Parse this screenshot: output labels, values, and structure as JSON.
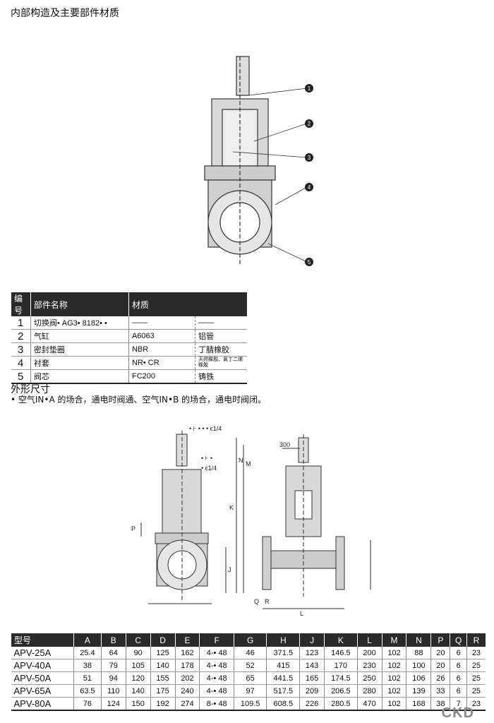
{
  "section1": {
    "title": "内部构造及主要部件材质",
    "callouts": [
      "1",
      "2",
      "3",
      "4",
      "5"
    ]
  },
  "parts_table": {
    "headers": [
      "编号",
      "部件名称",
      "材质"
    ],
    "rows": [
      [
        "1",
        "切换阀• AG3• 8182• •",
        "——",
        "——"
      ],
      [
        "2",
        "气缸",
        "A6063",
        "铝管"
      ],
      [
        "3",
        "密封垫圈",
        "NBR",
        "丁腈橡胶"
      ],
      [
        "4",
        "衬套",
        "NR• CR",
        "天然橡胶、氯丁二烯橡胶"
      ],
      [
        "5",
        "阀芯",
        "FC200",
        "铸铁"
      ]
    ]
  },
  "section2": {
    "title": "外形尺寸",
    "note": "• 空气IN•A 的场合，通电时阀通、空气IN•B 的场合，通电时阀闭。"
  },
  "drawing_labels": {
    "port1": "• ⊦ • • • ϵ1/4",
    "port2": "• ⊦ •",
    "port3": "• ϵ1/4",
    "K": "K",
    "J": "J",
    "P": "P",
    "M": "M",
    "N": "N",
    "dim300": "300",
    "Q": "Q",
    "R": "R",
    "L": "L"
  },
  "dims_table": {
    "headers": [
      "型号",
      "A",
      "B",
      "C",
      "D",
      "E",
      "F",
      "G",
      "H",
      "J",
      "K",
      "L",
      "M",
      "N",
      "P",
      "Q",
      "R"
    ],
    "rows": [
      [
        "APV-25A",
        "25.4",
        "64",
        "90",
        "125",
        "162",
        "4-• 48",
        "46",
        "371.5",
        "123",
        "146.5",
        "200",
        "102",
        "88",
        "20",
        "6",
        "23"
      ],
      [
        "APV-40A",
        "38",
        "79",
        "105",
        "140",
        "178",
        "4-• 48",
        "52",
        "415",
        "143",
        "170",
        "230",
        "102",
        "100",
        "20",
        "6",
        "25"
      ],
      [
        "APV-50A",
        "51",
        "94",
        "120",
        "155",
        "202",
        "4-• 48",
        "65",
        "441.5",
        "165",
        "174.5",
        "250",
        "102",
        "106",
        "26",
        "6",
        "25"
      ],
      [
        "APV-65A",
        "63.5",
        "110",
        "140",
        "175",
        "240",
        "4-• 48",
        "97",
        "517.5",
        "209",
        "206.5",
        "280",
        "102",
        "139",
        "33",
        "6",
        "25"
      ],
      [
        "APV-80A",
        "76",
        "124",
        "150",
        "192",
        "274",
        "8-• 48",
        "109.5",
        "608.5",
        "226",
        "280.5",
        "470",
        "102",
        "168",
        "38",
        "7",
        "23"
      ]
    ]
  },
  "brand": "CKD"
}
